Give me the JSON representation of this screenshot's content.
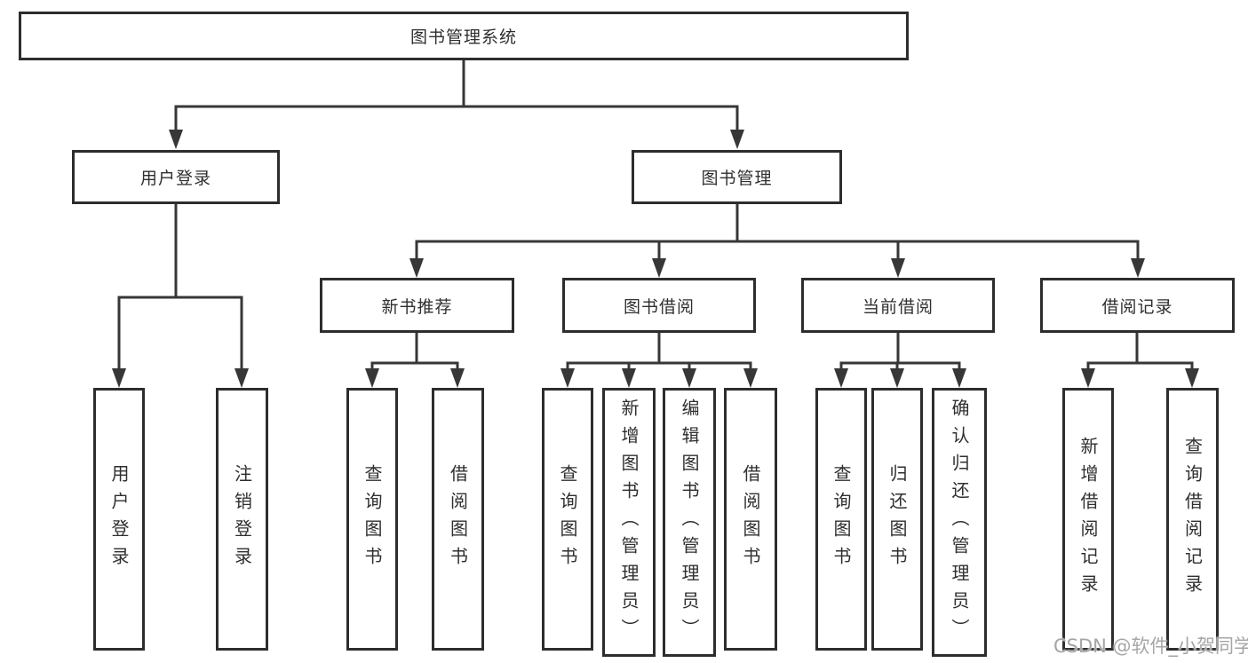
{
  "diagram": {
    "type": "tree",
    "root": {
      "label": "图书管理系统"
    },
    "branches": [
      {
        "label": "用户登录",
        "children": [
          {
            "label": "用户登录"
          },
          {
            "label": "注销登录"
          }
        ]
      },
      {
        "label": "图书管理",
        "children": [
          {
            "label": "新书推荐",
            "children": [
              {
                "label": "查询图书"
              },
              {
                "label": "借阅图书"
              }
            ]
          },
          {
            "label": "图书借阅",
            "children": [
              {
                "label": "查询图书"
              },
              {
                "label": "新增图书（管理员）"
              },
              {
                "label": "编辑图书（管理员）"
              },
              {
                "label": "借阅图书"
              }
            ]
          },
          {
            "label": "当前借阅",
            "children": [
              {
                "label": "查询图书"
              },
              {
                "label": "归还图书"
              },
              {
                "label": "确认归还（管理员）"
              }
            ]
          },
          {
            "label": "借阅记录",
            "children": [
              {
                "label": "新增借阅记录"
              },
              {
                "label": "查询借阅记录"
              }
            ]
          }
        ]
      }
    ]
  },
  "watermark": {
    "text": "CSDN @软件_小贺同学"
  },
  "colors": {
    "line": "#373737",
    "border": "#2d2d2d",
    "text": "#2f2f2f",
    "wm": "#a6a6a6",
    "bg": "#ffffff"
  }
}
